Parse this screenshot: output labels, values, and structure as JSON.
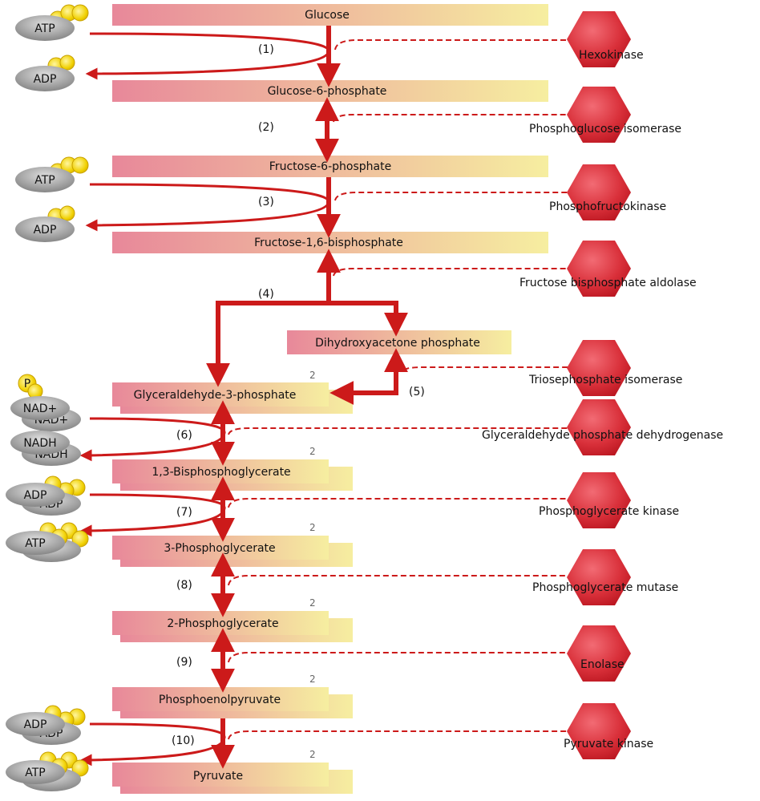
{
  "metabolites": {
    "glucose": "Glucose",
    "g6p": "Glucose-6-phosphate",
    "f6p": "Fructose-6-phosphate",
    "f16bp": "Fructose-1,6-bisphosphate",
    "dhap": "Dihydroxyacetone phosphate",
    "g3p": "Glyceraldehyde-3-phosphate",
    "bpg13": "1,3-Bisphosphoglycerate",
    "pg3": "3-Phosphoglycerate",
    "pg2": "2-Phosphoglycerate",
    "pep": "Phosphoenolpyruvate",
    "pyruvate": "Pyruvate"
  },
  "enzymes": {
    "e1": "Hexokinase",
    "e2": "Phosphoglucose isomerase",
    "e3": "Phosphofructokinase",
    "e4": "Fructose bisphosphate aldolase",
    "e5": "Triosephosphate isomerase",
    "e6": "Glyceraldehyde phosphate dehydrogenase",
    "e7": "Phosphoglycerate kinase",
    "e8": "Phosphoglycerate mutase",
    "e9": "Enolase",
    "e10": "Pyruvate kinase"
  },
  "steps": {
    "s1": "(1)",
    "s2": "(2)",
    "s3": "(3)",
    "s4": "(4)",
    "s5": "(5)",
    "s6": "(6)",
    "s7": "(7)",
    "s8": "(8)",
    "s9": "(9)",
    "s10": "(10)"
  },
  "cofactors": {
    "atp": "ATP",
    "adp": "ADP",
    "nad": "NAD+",
    "nadh": "NADH",
    "pi": "P"
  },
  "multiplier": "2",
  "colors": {
    "arrow": "#cc1a1a",
    "enzyme": "#d9303a",
    "bar_left": "#e8889a",
    "bar_right": "#f6eea0",
    "cofactor": "#8e8e8e",
    "phosphate": "#f0d000"
  }
}
